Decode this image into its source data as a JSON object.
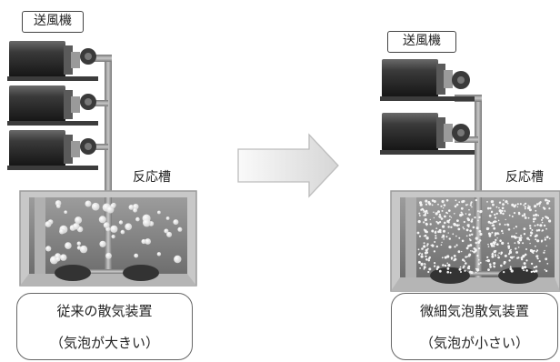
{
  "left": {
    "blower_label": "送風機",
    "tank_label": "反応槽",
    "caption_title": "従来の散気装置",
    "caption_note": "（気泡が大きい）"
  },
  "right": {
    "blower_label": "送風機",
    "tank_label": "反応槽",
    "caption_title": "微細気泡散気装置",
    "caption_note": "（気泡が小さい）"
  },
  "colors": {
    "motor_dark": "#2f2f2f",
    "pipe": "#8a8a8a",
    "tank_frame": "#bdbdbd",
    "water": "#8f8f8f",
    "bubble": "#ffffff",
    "arrow": "#e2e2e2"
  }
}
